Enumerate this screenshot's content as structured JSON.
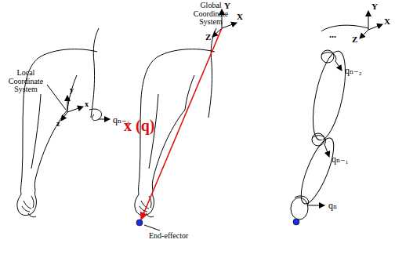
{
  "diagram": {
    "labels": [
      "Global Coordinate System",
      "Y",
      "X",
      "Z",
      "Y",
      "X",
      "Z",
      "Local Coordinate System",
      "y",
      "x",
      "z",
      "qₙ₋₁",
      "x (q)",
      "End-effector",
      "...",
      "qₙ₋₂",
      "qₙ₋₁",
      "qₙ"
    ]
  }
}
